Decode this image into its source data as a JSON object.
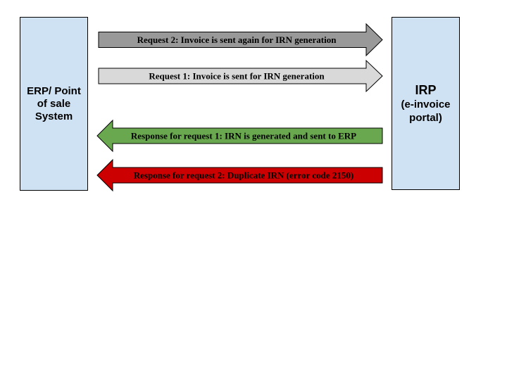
{
  "erp_box": {
    "label": "ERP/ Point of sale System",
    "fill": "#cfe2f3"
  },
  "irp_box": {
    "title": "IRP",
    "subtitle": "(e-invoice portal)",
    "fill": "#cfe2f3"
  },
  "arrows": [
    {
      "label": "Request 2: Invoice is sent again for IRN generation",
      "direction": "right",
      "fill": "#999999",
      "text_color": "#000000"
    },
    {
      "label": "Request 1: Invoice is sent for IRN generation",
      "direction": "right",
      "fill": "#d9d9d9",
      "text_color": "#000000"
    },
    {
      "label": "Response for request 1: IRN is generated and sent to ERP",
      "direction": "left",
      "fill": "#6aa84f",
      "text_color": "#000000"
    },
    {
      "label": "Response for request 2: Duplicate IRN (error code 2150)",
      "direction": "left",
      "fill": "#cc0000",
      "text_color": "#000000"
    }
  ]
}
